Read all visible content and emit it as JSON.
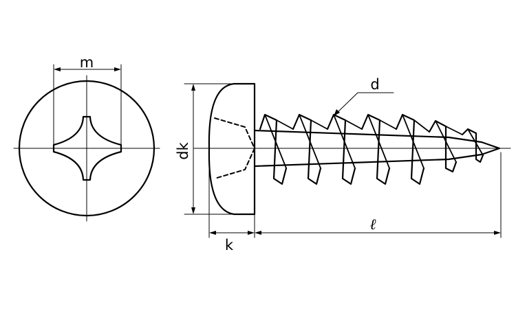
{
  "labels": {
    "m": "m",
    "dk": "dk",
    "k": "k",
    "d": "d",
    "l": "ℓ"
  },
  "colors": {
    "stroke": "#000000",
    "background": "#ffffff"
  }
}
